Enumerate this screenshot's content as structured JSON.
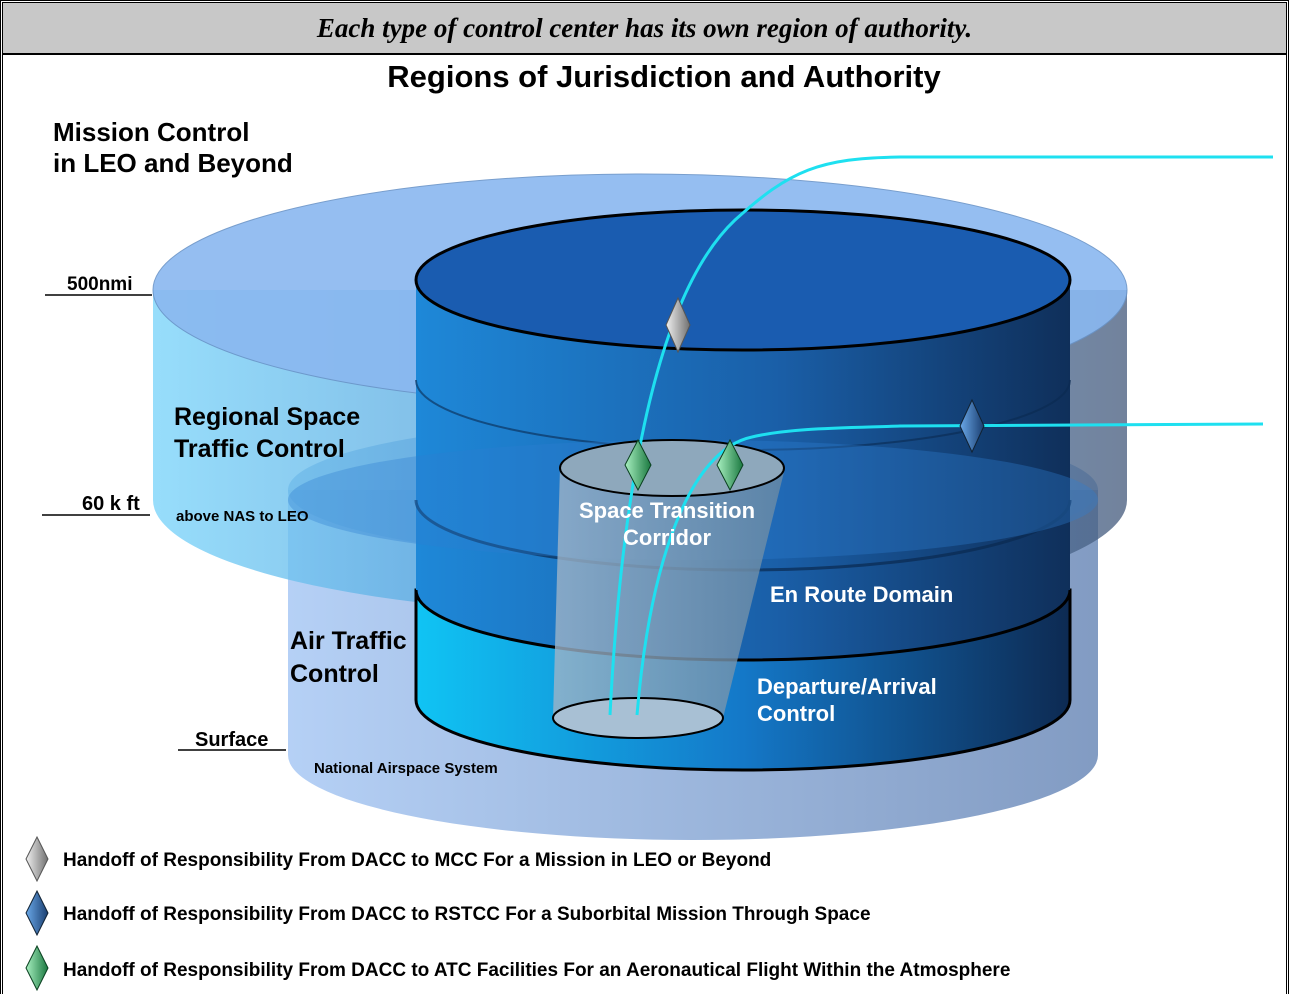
{
  "caption": "Each type of control center has its own region of authority.",
  "title": "Regions of Jurisdiction and Authority",
  "regions": {
    "mission_control": [
      "Mission Control",
      "in LEO and Beyond"
    ],
    "regional_space": [
      "Regional Space",
      "Traffic Control"
    ],
    "regional_space_sub": "above NAS to LEO",
    "air_traffic": [
      "Air Traffic",
      "Control"
    ],
    "nas": "National Airspace System",
    "corridor": [
      "Space Transition",
      "Corridor"
    ],
    "en_route": "En Route Domain",
    "departure": [
      "Departure/Arrival",
      "Control"
    ]
  },
  "altitudes": {
    "leo": "500nmi",
    "ft60k": "60 k ft",
    "surface": "Surface"
  },
  "legend": [
    {
      "color_name": "gray",
      "color": "#a0a0a0",
      "label": "Handoff of Responsibility From DACC to MCC For a Mission in LEO or Beyond"
    },
    {
      "color_name": "blue",
      "color": "#2a6aa8",
      "label": "Handoff of Responsibility From DACC to RSTCC For a Suborbital Mission Through Space"
    },
    {
      "color_name": "green",
      "color": "#2aa860",
      "label": "Handoff of Responsibility From DACC to ATC Facilities For an Aeronautical Flight Within the Atmosphere"
    }
  ],
  "colors": {
    "trajectory": "#1ee0f0",
    "leo_disk": "#8ab8f0",
    "inner_cylinder": "#1a6ec0"
  }
}
